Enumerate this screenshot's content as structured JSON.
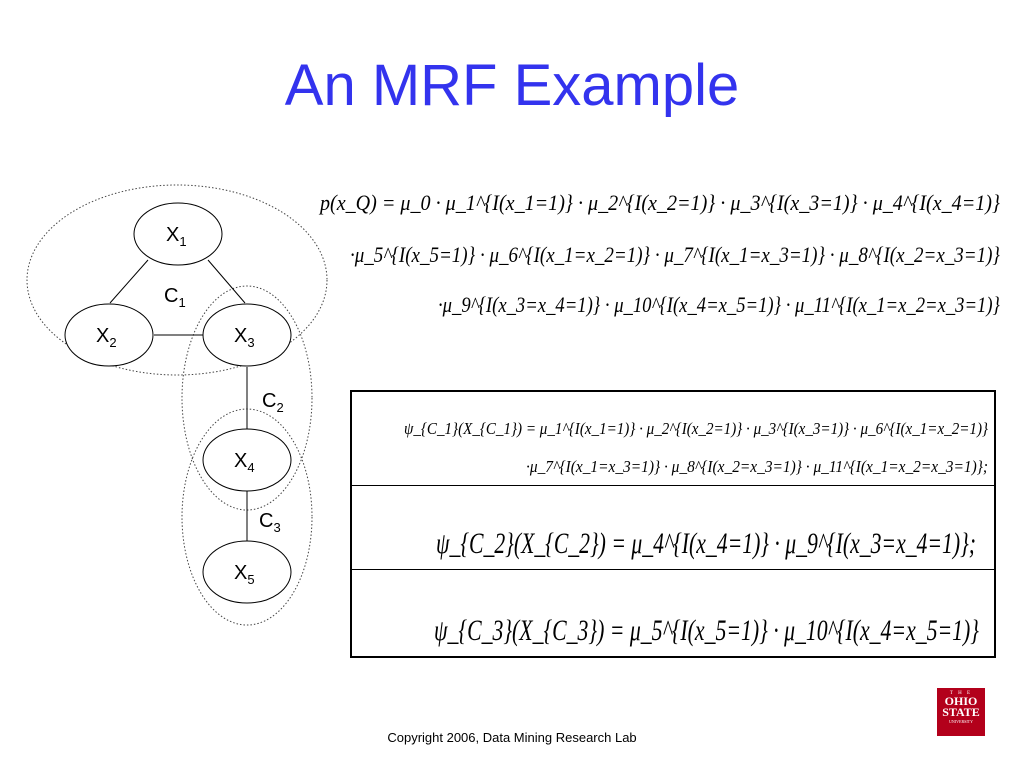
{
  "title": "An MRF Example",
  "copyright": "Copyright 2006, Data Mining Research Lab",
  "logo": {
    "top": "T H E",
    "name": "OHIO STATE",
    "sub": "UNIVERSITY"
  },
  "colors": {
    "title": "#3333ee",
    "logo": "#b3001b"
  },
  "graph": {
    "nodes": [
      {
        "id": "x1",
        "base": "X",
        "sub": "1"
      },
      {
        "id": "x2",
        "base": "X",
        "sub": "2"
      },
      {
        "id": "x3",
        "base": "X",
        "sub": "3"
      },
      {
        "id": "x4",
        "base": "X",
        "sub": "4"
      },
      {
        "id": "x5",
        "base": "X",
        "sub": "5"
      }
    ],
    "edges": [
      [
        "x1",
        "x2"
      ],
      [
        "x1",
        "x3"
      ],
      [
        "x2",
        "x3"
      ],
      [
        "x3",
        "x4"
      ],
      [
        "x4",
        "x5"
      ]
    ],
    "cliques": [
      {
        "id": "c1",
        "base": "C",
        "sub": "1",
        "members": [
          "x1",
          "x2",
          "x3"
        ]
      },
      {
        "id": "c2",
        "base": "C",
        "sub": "2",
        "members": [
          "x3",
          "x4"
        ]
      },
      {
        "id": "c3",
        "base": "C",
        "sub": "3",
        "members": [
          "x4",
          "x5"
        ]
      }
    ]
  },
  "formulas": {
    "pxq": [
      "p(x_Q) = μ_0 · μ_1^{I(x_1=1)} · μ_2^{I(x_2=1)} · μ_3^{I(x_3=1)} · μ_4^{I(x_4=1)}",
      "·μ_5^{I(x_5=1)} · μ_6^{I(x_1=x_2=1)} · μ_7^{I(x_1=x_3=1)} · μ_8^{I(x_2=x_3=1)}",
      "·μ_9^{I(x_3=x_4=1)} · μ_10^{I(x_4=x_5=1)} · μ_11^{I(x_1=x_2=x_3=1)}"
    ],
    "psi_c1": [
      "ψ_{C_1}(X_{C_1}) = μ_1^{I(x_1=1)} · μ_2^{I(x_2=1)} · μ_3^{I(x_3=1)} · μ_6^{I(x_1=x_2=1)}",
      "·μ_7^{I(x_1=x_3=1)} · μ_8^{I(x_2=x_3=1)} · μ_11^{I(x_1=x_2=x_3=1)};"
    ],
    "psi_c2": "ψ_{C_2}(X_{C_2}) = μ_4^{I(x_4=1)} · μ_9^{I(x_3=x_4=1)};",
    "psi_c3": "ψ_{C_3}(X_{C_3}) = μ_5^{I(x_5=1)} · μ_10^{I(x_4=x_5=1)}"
  }
}
